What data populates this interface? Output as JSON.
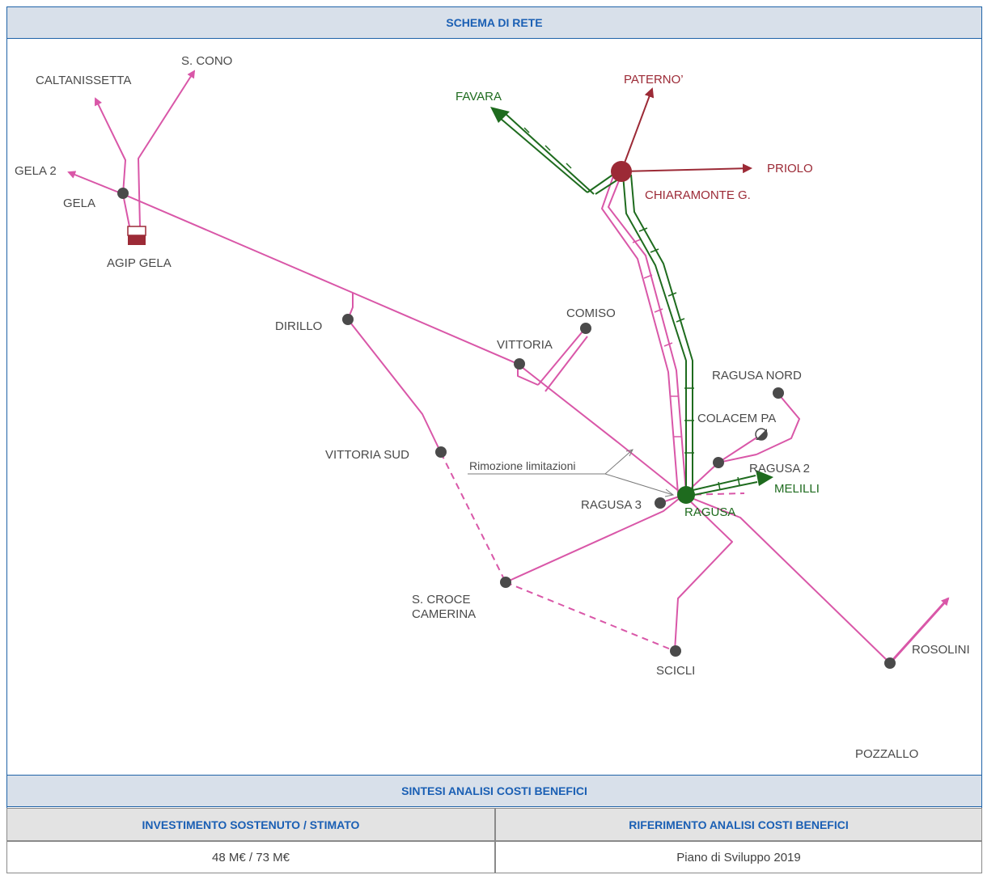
{
  "header": {
    "title": "SCHEMA DI RETE"
  },
  "map": {
    "labels": {
      "caltanissetta": "CALTANISSETTA",
      "s_cono": "S. CONO",
      "gela2": "GELA 2",
      "gela": "GELA",
      "agip_gela": "AGIP GELA",
      "favara": "FAVARA",
      "paterno": "PATERNO’",
      "priolo": "PRIOLO",
      "chiaramonte": "CHIARAMONTE G.",
      "dirillo": "DIRILLO",
      "comiso": "COMISO",
      "vittoria": "VITTORIA",
      "ragusa_nord": "RAGUSA NORD",
      "colacem": "COLACEM PA",
      "vittoria_sud": "VITTORIA SUD",
      "rimozione": "Rimozione limitazioni",
      "ragusa2": "RAGUSA 2",
      "melilli": "MELILLI",
      "ragusa3": "RAGUSA 3",
      "ragusa": "RAGUSA",
      "s_croce_1": "S. CROCE",
      "s_croce_2": "CAMERINA",
      "scicli": "SCICLI",
      "rosolini": "ROSOLINI",
      "pozzallo": "POZZALLO"
    },
    "colors": {
      "existing": "#d957a8",
      "green": "#1e6b1e",
      "red": "#9c2a36",
      "node": "#4a4a4a"
    }
  },
  "summary": {
    "title": "SINTESI ANALISI COSTI BENEFICI",
    "col1_header": "INVESTIMENTO SOSTENUTO / STIMATO",
    "col2_header": "RIFERIMENTO ANALISI COSTI BENEFICI",
    "col1_value": "48 M€ / 73 M€",
    "col2_value": "Piano di Sviluppo 2019"
  }
}
